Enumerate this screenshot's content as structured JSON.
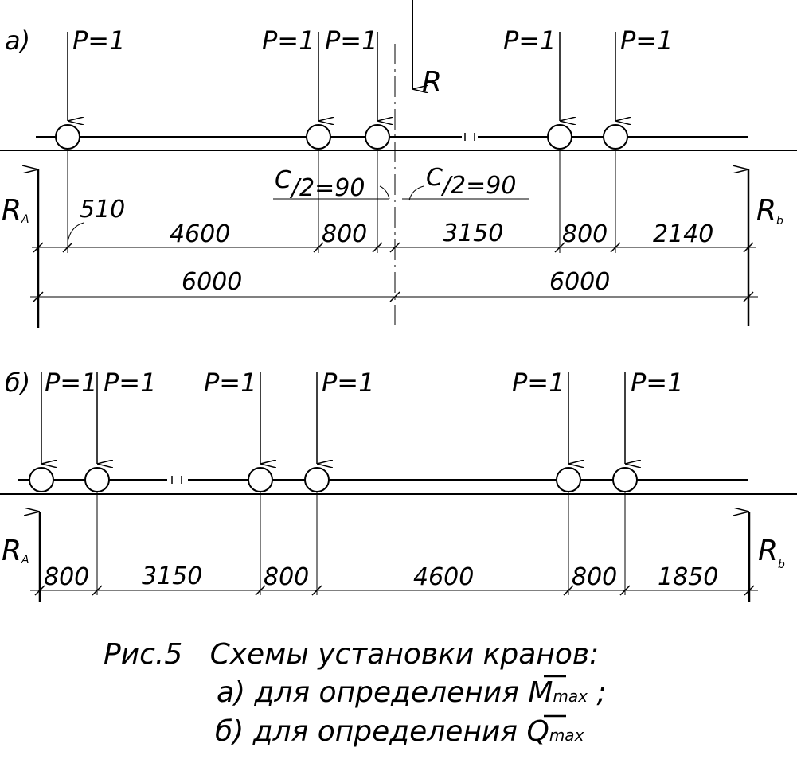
{
  "diagram_a": {
    "label": "а)",
    "loads": [
      "P=1",
      "P=1",
      "P=1",
      "P=1",
      "P=1"
    ],
    "resultant": "R",
    "half_gap_left": {
      "c": "C",
      "rest": "/2=90"
    },
    "half_gap_right": {
      "c": "C",
      "rest": "/2=90"
    },
    "reaction_left": {
      "main": "R",
      "sub": "A"
    },
    "reaction_right": {
      "main": "R",
      "sub": "b"
    },
    "dims_row1": [
      "510",
      "4600",
      "800",
      "3150",
      "800",
      "2140"
    ],
    "dims_row2": [
      "6000",
      "6000"
    ]
  },
  "diagram_b": {
    "label": "б)",
    "loads": [
      "P=1",
      "P=1",
      "P=1",
      "P=1",
      "P=1",
      "P=1"
    ],
    "reaction_left": {
      "main": "R",
      "sub": "A"
    },
    "reaction_right": {
      "main": "R",
      "sub": "b"
    },
    "dims": [
      "800",
      "3150",
      "800",
      "4600",
      "800",
      "1850"
    ]
  },
  "caption": {
    "line1": "Рис.5   Схемы установки кранов:",
    "line2_prefix": "а) для определения ",
    "line2_symbol": "M",
    "line2_sub": "max",
    "line2_suffix": " ;",
    "line3_prefix": "б) для определения ",
    "line3_symbol": "Q",
    "line3_sub": "max"
  }
}
